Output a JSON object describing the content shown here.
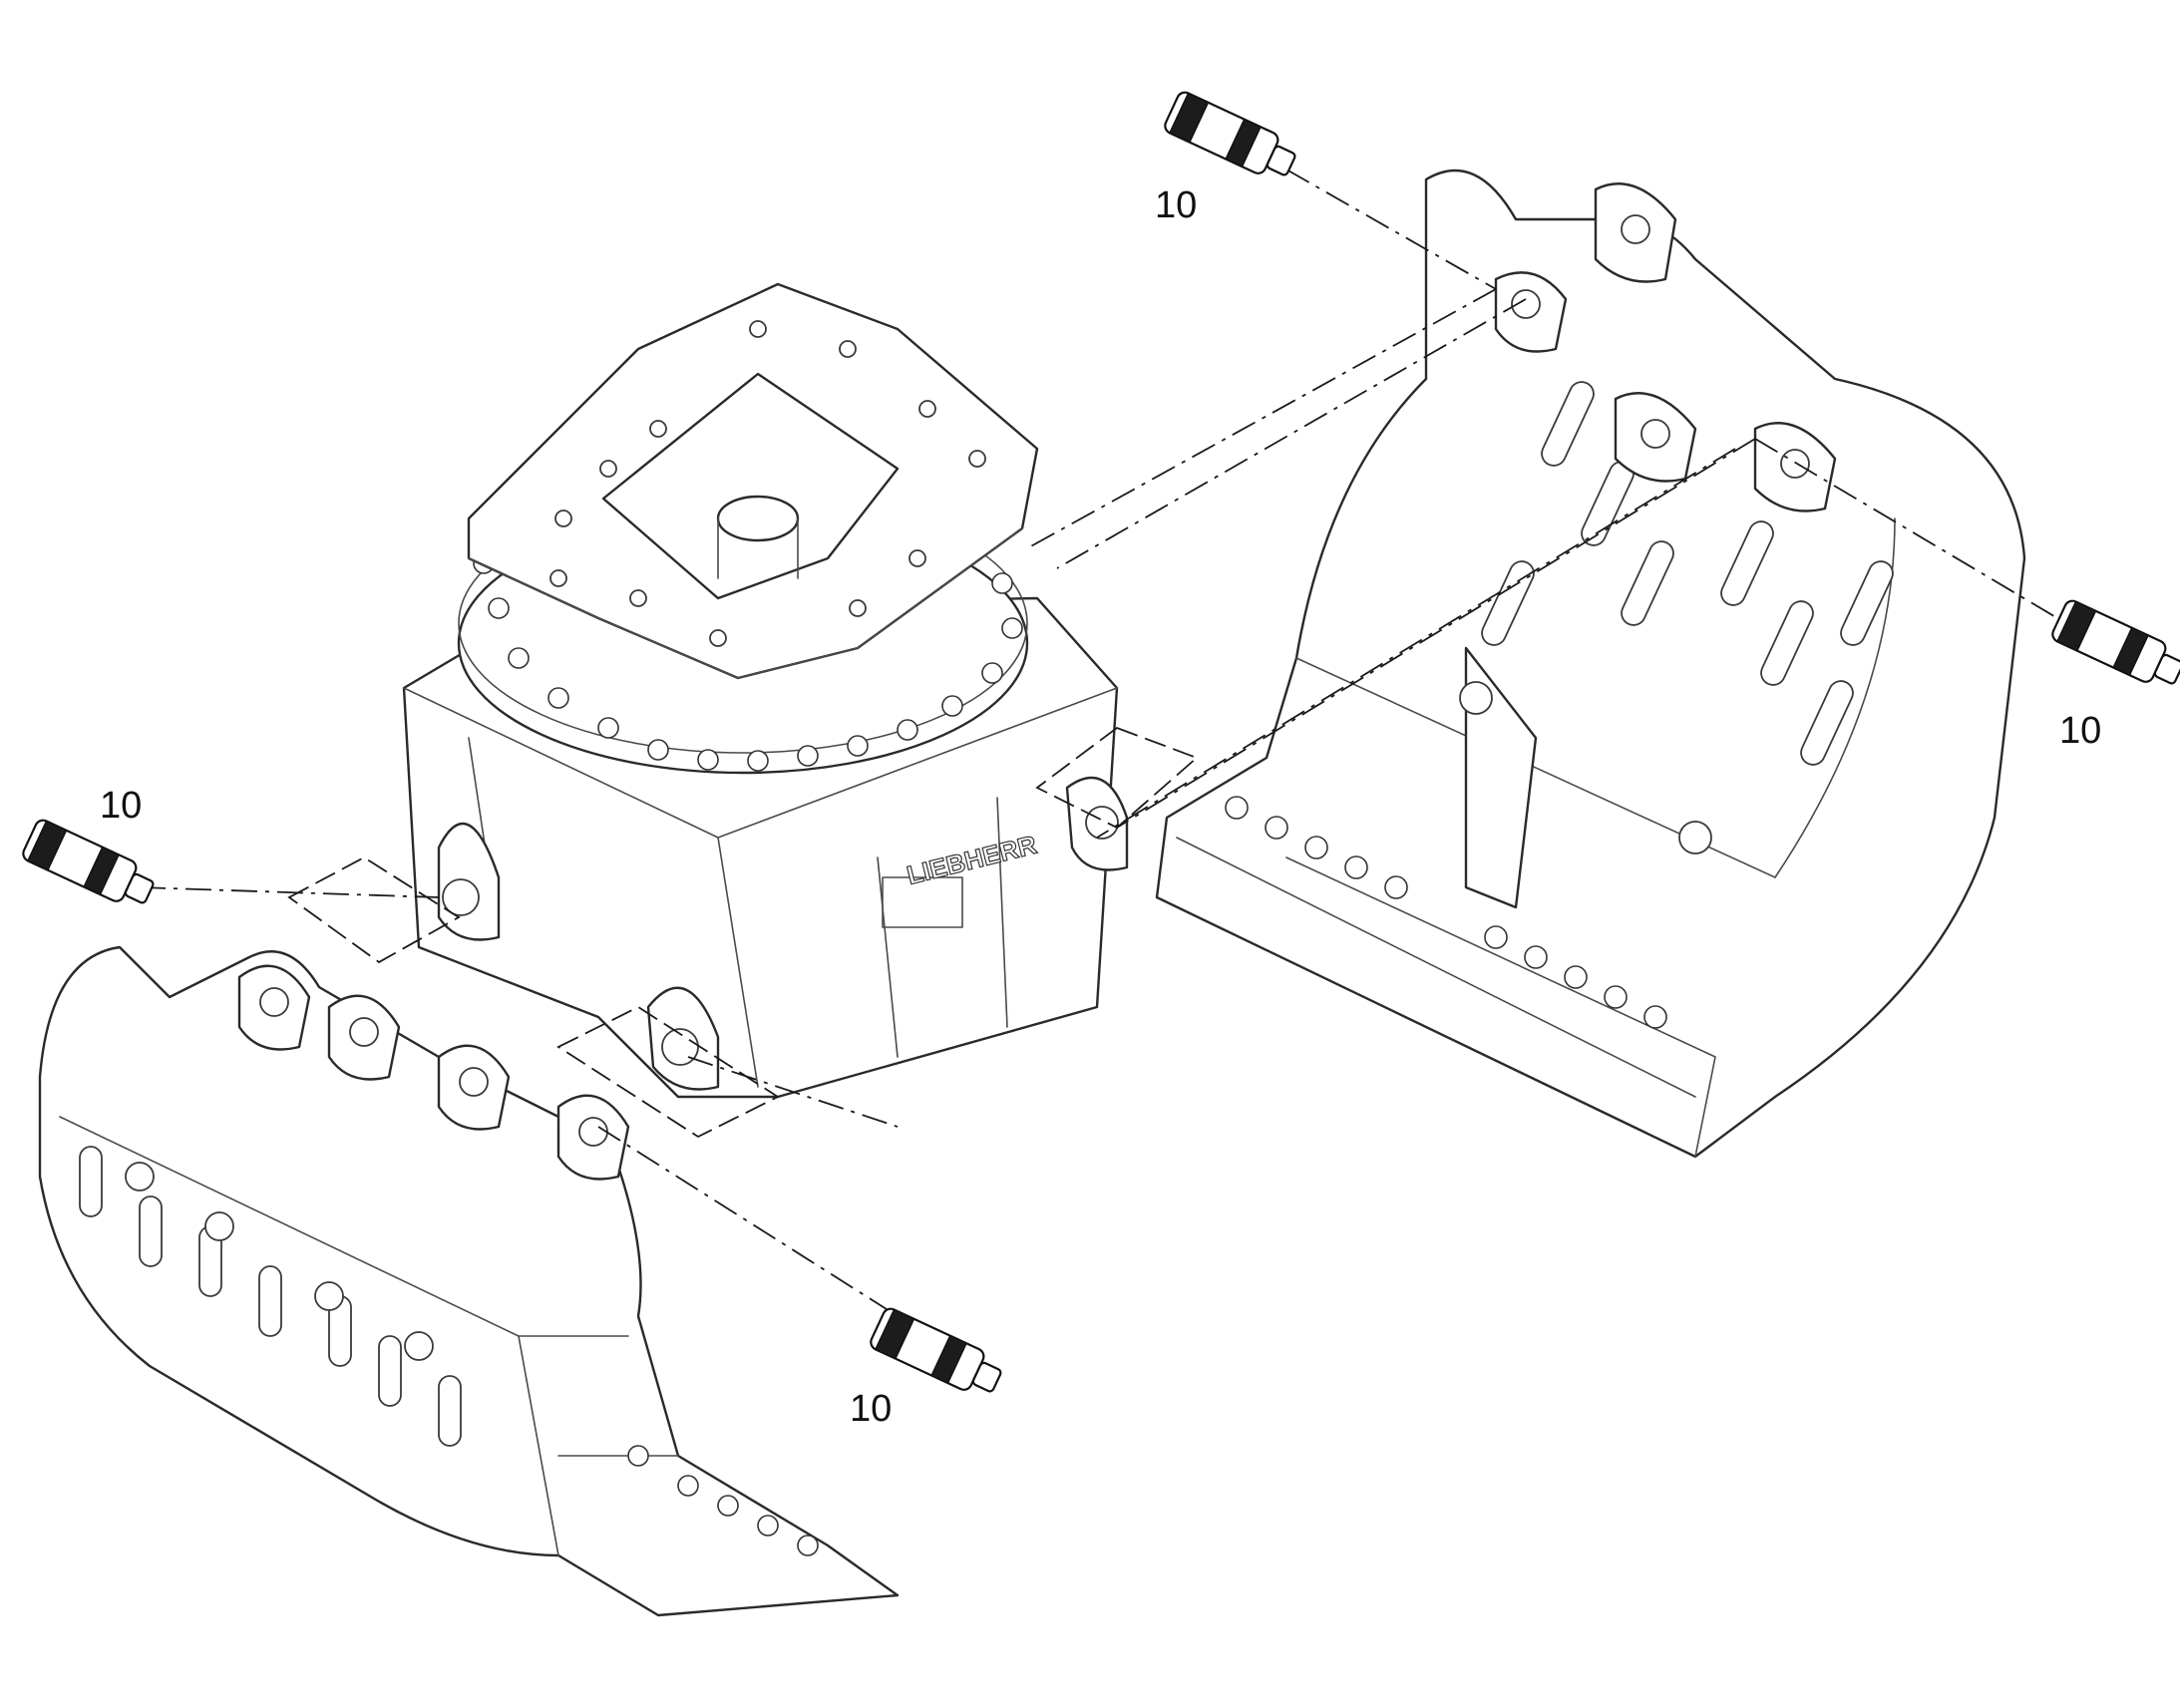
{
  "diagram": {
    "callouts": [
      {
        "id": "callout-top",
        "label": "10"
      },
      {
        "id": "callout-right",
        "label": "10"
      },
      {
        "id": "callout-left",
        "label": "10"
      },
      {
        "id": "callout-bottom",
        "label": "10"
      }
    ],
    "logo_text": "LIEBHERR",
    "parts": [
      "rotator-housing",
      "grab-shell-front",
      "grab-shell-rear",
      "pin"
    ]
  }
}
